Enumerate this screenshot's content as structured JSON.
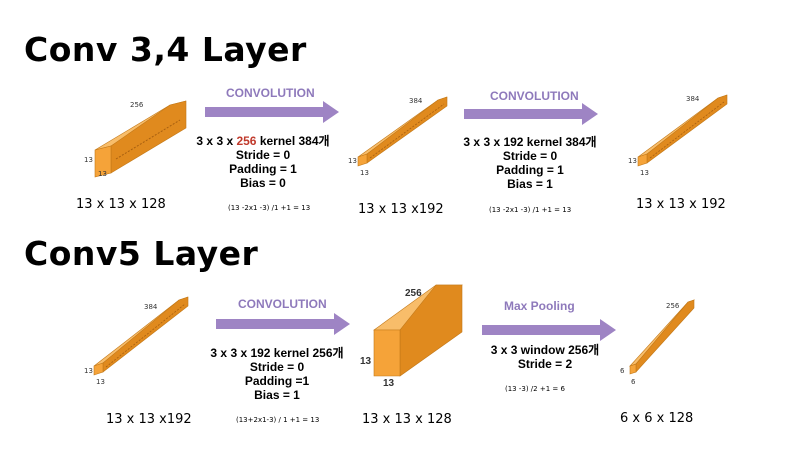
{
  "section1": {
    "title": "Conv 3,4 Layer",
    "block1": {
      "depth": "256",
      "side": "13",
      "bottom": "13",
      "dims": "13 x 13 x 128"
    },
    "arrow1": {
      "label": "CONVOLUTION",
      "kernel_prefix": "3 x 3 x ",
      "kernel_highlight": "256",
      "kernel_suffix": " kernel 384개",
      "stride": "Stride = 0",
      "padding": "Padding = 1",
      "bias": "Bias = 0",
      "formula": "(13 -2x1 -3) /1 +1 = 13"
    },
    "block2": {
      "depth": "384",
      "side": "13",
      "bottom": "13",
      "dims": "13 x 13 x192"
    },
    "arrow2": {
      "label": "CONVOLUTION",
      "kernel": "3 x 3 x 192 kernel 384개",
      "stride": "Stride = 0",
      "padding": "Padding = 1",
      "bias": "Bias = 1",
      "formula": "(13 -2x1 -3) /1 +1 = 13"
    },
    "block3": {
      "depth": "384",
      "side": "13",
      "bottom": "13",
      "dims": "13 x 13 x 192"
    }
  },
  "section2": {
    "title": "Conv5 Layer",
    "block1": {
      "depth": "384",
      "side": "13",
      "bottom": "13",
      "dims": "13 x 13 x192"
    },
    "arrow1": {
      "label": "CONVOLUTION",
      "kernel": "3 x 3 x 192 kernel 256개",
      "stride": "Stride = 0",
      "padding": "Padding =1",
      "bias": "Bias = 1",
      "formula": "(13+2x1-3) / 1 +1 = 13"
    },
    "block2": {
      "depth": "256",
      "side": "13",
      "bottom": "13",
      "dims": "13 x 13 x 128"
    },
    "arrow2": {
      "label": "Max Pooling",
      "kernel": "3 x 3 window 256개",
      "stride": "Stride = 2",
      "formula": "(13 -3) /2 +1 = 6"
    },
    "block3": {
      "depth": "256",
      "side": "6",
      "bottom": "6",
      "dims": "6 x 6 x 128"
    }
  },
  "colors": {
    "block_front": "#f5a339",
    "block_top": "#f8bd6a",
    "block_side": "#e08a1e",
    "arrow": "#9e84c4",
    "arrow_text": "#8e79bb",
    "highlight": "#c0392b"
  }
}
